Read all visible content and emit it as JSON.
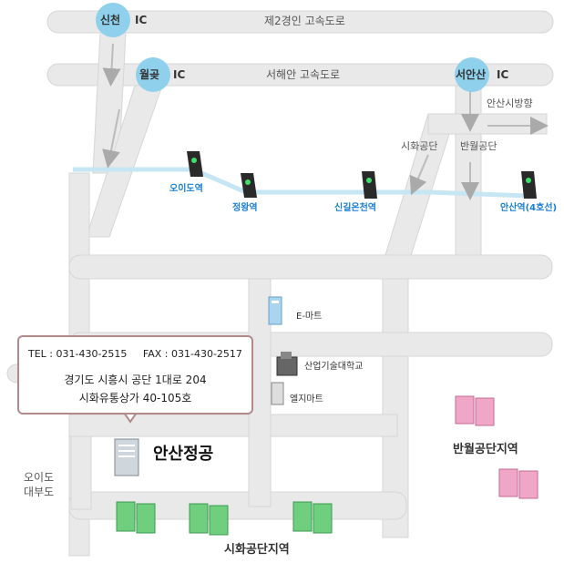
{
  "roads": {
    "expressway_1": "제2경인 고속도로",
    "expressway_2": "서해안 고속도로"
  },
  "interchanges": [
    {
      "name": "신천",
      "suffix": "IC"
    },
    {
      "name": "월곶",
      "suffix": "IC"
    },
    {
      "name": "서안산",
      "suffix": "IC"
    }
  ],
  "directions": {
    "ansan": "안산시방향",
    "sihwa": "시화공단",
    "banwol": "반월공단"
  },
  "stations": [
    "오이도역",
    "정왕역",
    "신길온천역",
    "안산역(4호선)"
  ],
  "buildings": {
    "emart": "E-마트",
    "polytech": "산업기술대학교",
    "ljmart": "엘지마트"
  },
  "contact": {
    "tel_fax": "TEL : 031-430-2515     FAX : 031-430-2517",
    "address_1": "경기도 시흥시 공단 1대로 204",
    "address_2": "시화유통상가 40-105호"
  },
  "company": "안산정공",
  "areas": {
    "oido_1": "오이도",
    "oido_2": "대부도",
    "banwol_zone": "반월공단지역",
    "sihwa_zone": "시화공단지역"
  },
  "colors": {
    "road": "#e9e9e9",
    "road_edge": "#d4d4d4",
    "subway": "#c6e6f4",
    "ic_circle": "#8fd0ec",
    "callout_border": "#b38a8a",
    "station_text": "#1a7fd1",
    "green_bld": "#6fcf7f",
    "pink_bld": "#f0a6c6"
  }
}
